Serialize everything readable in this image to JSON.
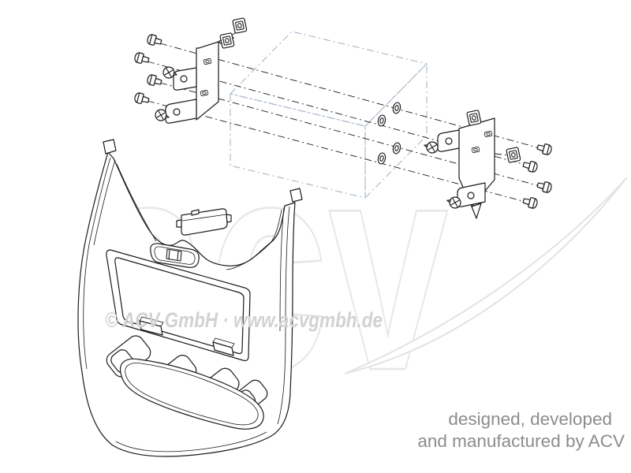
{
  "diagram": {
    "watermark": {
      "logo_text": "acv",
      "notice": "© ACV GmbH · www.acvgmbh.de"
    },
    "footer": {
      "line1": "designed, developed",
      "line2": "and manufactured by ACV"
    },
    "colors": {
      "line_art": "#1b1b1b",
      "cage_outline": "#a9b6c8",
      "watermark_gray": "#e6e6e6",
      "notice_gray": "#d2d2d2",
      "footer_gray": "#8c8c8c",
      "background": "#ffffff"
    }
  }
}
